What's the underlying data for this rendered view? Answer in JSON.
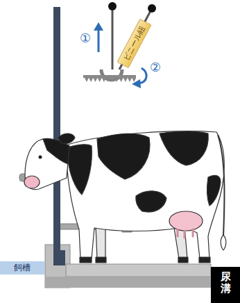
{
  "diagram": {
    "nodes": [
      {
        "text": [
          "ビニール紐"
        ]
      },
      {
        "text": [
          "飼槽"
        ]
      },
      {
        "text": [
          "尿溝"
        ]
      }
    ],
    "labels": [
      "①",
      "②"
    ]
  }
}
